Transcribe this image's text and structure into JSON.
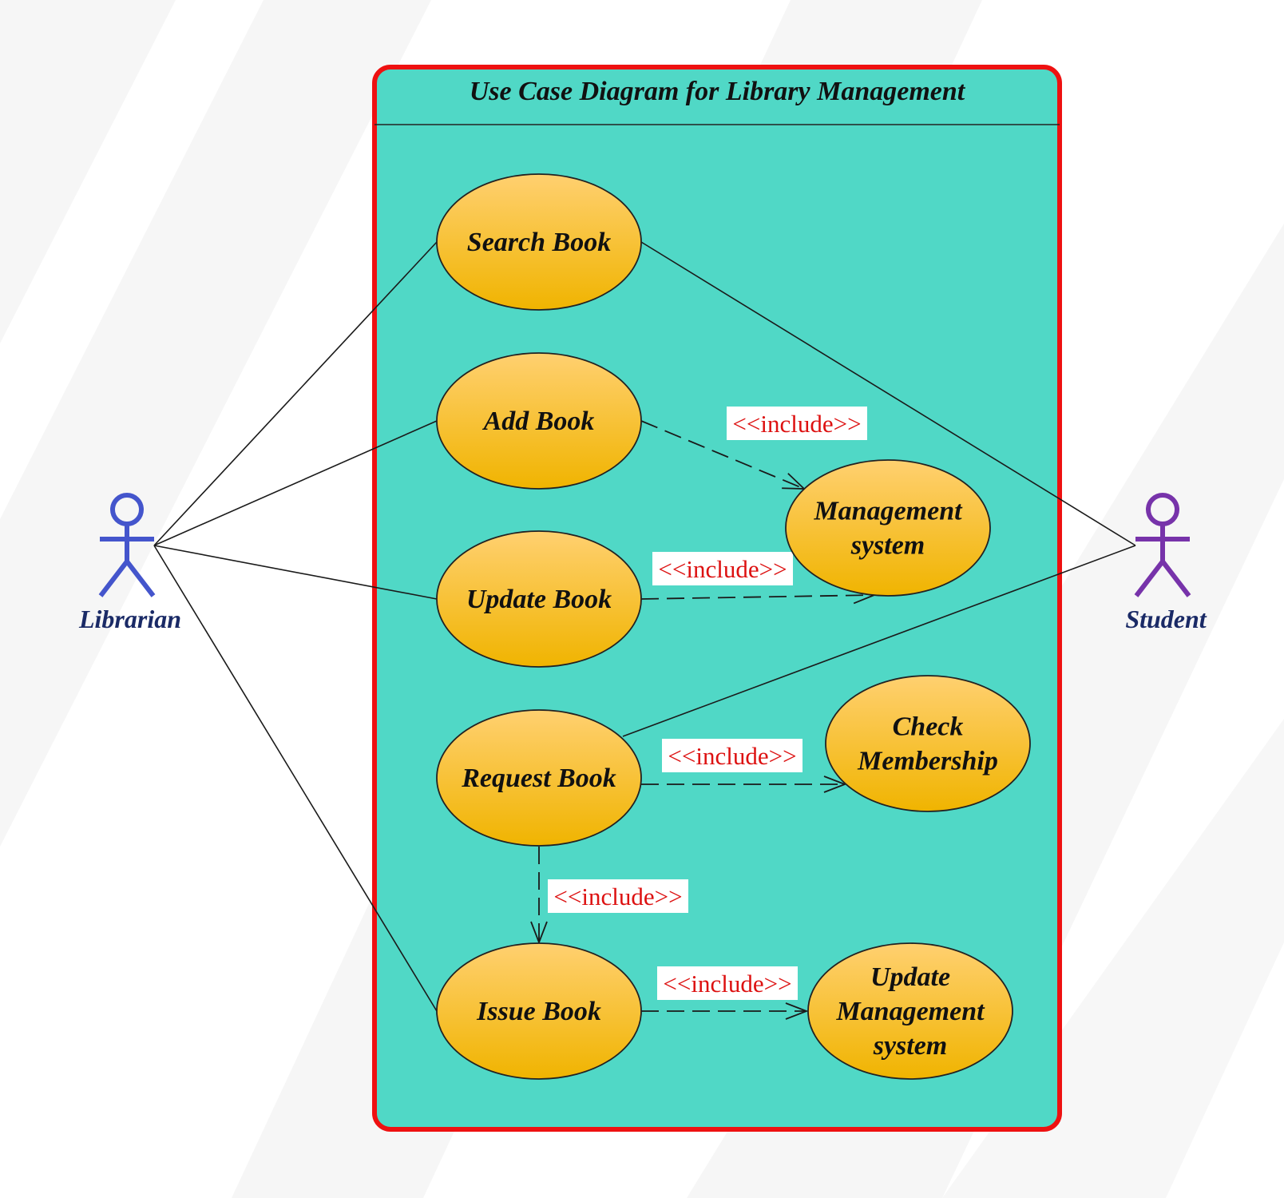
{
  "title": "Use Case Diagram for Library Management",
  "colors": {
    "system_fill": "#50d8c6",
    "system_border": "#ee1111",
    "usecase_top": "#ffd070",
    "usecase_bottom": "#f0b400",
    "include_text": "#dd1111",
    "actor_label": "#1a2a66"
  },
  "actors": [
    {
      "id": "librarian",
      "label": "Librarian",
      "color": "#4455cc"
    },
    {
      "id": "student",
      "label": "Student",
      "color": "#7733aa"
    }
  ],
  "use_cases": [
    {
      "id": "search",
      "lines": [
        "Search Book"
      ]
    },
    {
      "id": "add",
      "lines": [
        "Add Book"
      ]
    },
    {
      "id": "update",
      "lines": [
        "Update Book"
      ]
    },
    {
      "id": "request",
      "lines": [
        "Request Book"
      ]
    },
    {
      "id": "issue",
      "lines": [
        "Issue Book"
      ]
    },
    {
      "id": "mgmt",
      "lines": [
        "Management",
        "system"
      ]
    },
    {
      "id": "check",
      "lines": [
        "Check",
        "Membership"
      ]
    },
    {
      "id": "updmgmt",
      "lines": [
        "Update",
        "Management",
        "system"
      ]
    }
  ],
  "associations": [
    {
      "actor": "librarian",
      "usecase": "search"
    },
    {
      "actor": "librarian",
      "usecase": "add"
    },
    {
      "actor": "librarian",
      "usecase": "update"
    },
    {
      "actor": "librarian",
      "usecase": "issue"
    },
    {
      "actor": "student",
      "usecase": "search"
    },
    {
      "actor": "student",
      "usecase": "request"
    }
  ],
  "includes": [
    {
      "from": "add",
      "to": "mgmt",
      "label": "<<include>>"
    },
    {
      "from": "update",
      "to": "mgmt",
      "label": "<<include>>"
    },
    {
      "from": "request",
      "to": "check",
      "label": "<<include>>"
    },
    {
      "from": "request",
      "to": "issue",
      "label": "<<include>>"
    },
    {
      "from": "issue",
      "to": "updmgmt",
      "label": "<<include>>"
    }
  ]
}
